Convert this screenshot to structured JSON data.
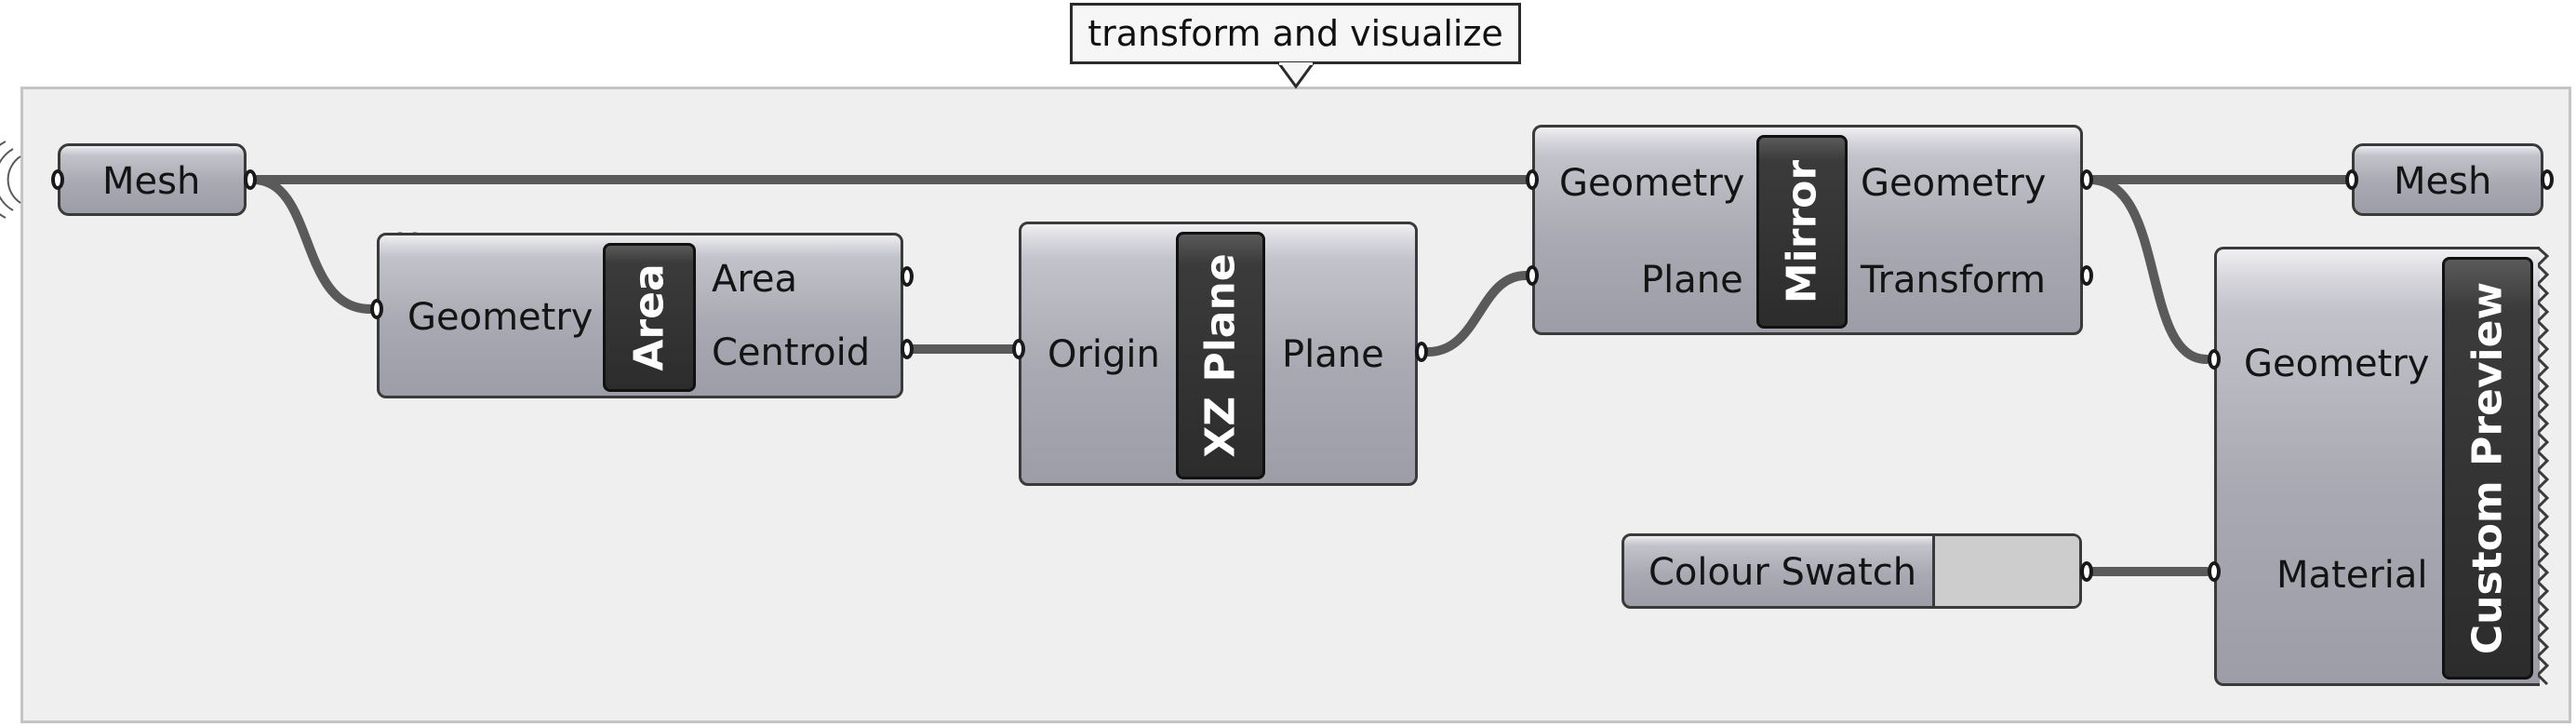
{
  "group": {
    "label": "transform and visualize"
  },
  "components": {
    "mesh_in": {
      "label": "Mesh"
    },
    "area": {
      "name": "Area",
      "inputs": [
        "Geometry"
      ],
      "outputs": [
        "Area",
        "Centroid"
      ]
    },
    "xz_plane": {
      "name": "XZ Plane",
      "inputs": [
        "Origin"
      ],
      "outputs": [
        "Plane"
      ]
    },
    "mirror": {
      "name": "Mirror",
      "inputs": [
        "Geometry",
        "Plane"
      ],
      "outputs": [
        "Geometry",
        "Transform"
      ]
    },
    "mesh_out": {
      "label": "Mesh"
    },
    "colour_swatch": {
      "label": "Colour Swatch",
      "colour": "#cdcdcd"
    },
    "custom_preview": {
      "name": "Custom Preview",
      "inputs": [
        "Geometry",
        "Material"
      ]
    }
  },
  "colors": {
    "wire": "#5a5a5a",
    "group_fill": "#efefef",
    "group_border": "#c4c4c4",
    "tag_fill": "#2c2c2c"
  }
}
